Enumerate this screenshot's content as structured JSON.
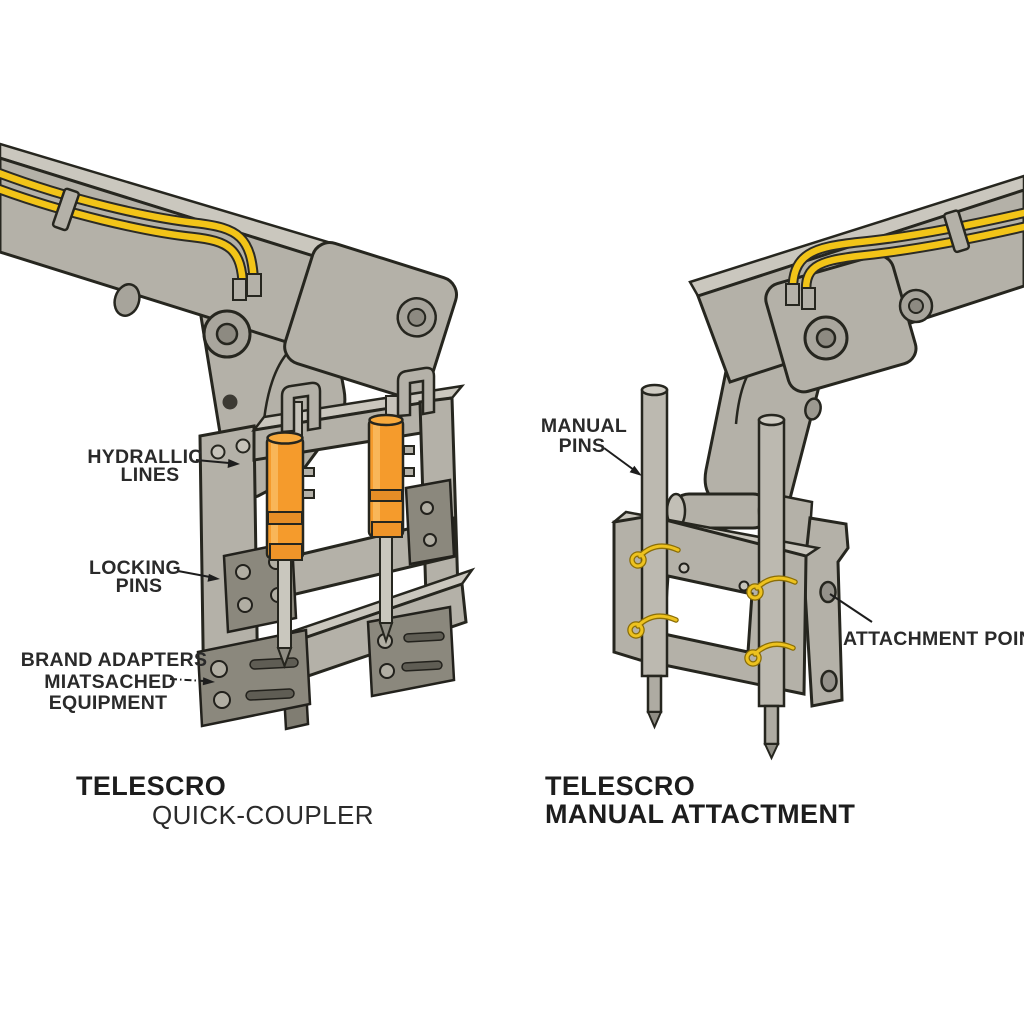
{
  "page": {
    "background": "#ffffff"
  },
  "panels": {
    "left": {
      "id": "telescro-quick-coupler",
      "caption": {
        "line1": "TELESCRO",
        "line2": "QUICK-COUPLER"
      },
      "labels": {
        "hydraulic_lines": {
          "line1": "HYDRALLIC",
          "line2": "LINES"
        },
        "locking_pins": {
          "line1": "LOCKING",
          "line2": "PINS"
        },
        "brand_adapters": {
          "line1": "BRAND ADAPTERS",
          "line2": "MIATSACHED",
          "line3": "EQUIPMENT"
        }
      }
    },
    "right": {
      "id": "telescro-manual-attachment",
      "caption": {
        "line1": "TELESCRO",
        "line2": "MANUAL ATTACTMENT"
      },
      "labels": {
        "manual_pins": {
          "line1": "MANUAL",
          "line2": "PINS"
        },
        "attachment_points": {
          "line1": "ATTACHMENT POINTS"
        }
      }
    }
  },
  "colors": {
    "steel_gray": "#b4b1a8",
    "steel_gray_light": "#cac7be",
    "steel_gray_dark": "#8b887d",
    "outline": "#26261f",
    "hydraulic_orange": "#f59b2c",
    "hose_yellow": "#f2c418",
    "clip_yellow": "#edc21f",
    "label_text": "#2a2a2a"
  }
}
